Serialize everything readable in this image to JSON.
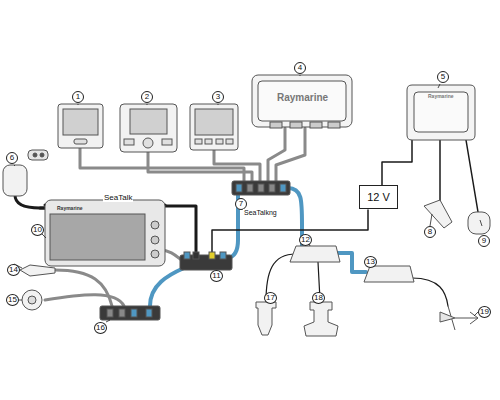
{
  "diagram": {
    "nodes": [
      {
        "text": [
          "1"
        ]
      },
      {
        "text": [
          "2"
        ]
      },
      {
        "text": [
          "3"
        ]
      },
      {
        "text": [
          "4"
        ]
      },
      {
        "text": [
          "5"
        ]
      },
      {
        "text": [
          "6"
        ]
      },
      {
        "text": [
          "7"
        ]
      },
      {
        "text": [
          "8"
        ]
      },
      {
        "text": [
          "9"
        ]
      },
      {
        "text": [
          "10"
        ]
      },
      {
        "text": [
          "11"
        ]
      },
      {
        "text": [
          "12"
        ]
      },
      {
        "text": [
          "13"
        ]
      },
      {
        "text": [
          "14"
        ]
      },
      {
        "text": [
          "15"
        ]
      },
      {
        "text": [
          "16"
        ]
      },
      {
        "text": [
          "17"
        ]
      },
      {
        "text": [
          "18"
        ]
      },
      {
        "text": [
          "19"
        ]
      },
      {
        "text": [
          "12 V"
        ]
      }
    ],
    "edges": [],
    "labels": [
      "SeaTalk",
      "SeaTalkng",
      "Raymarine",
      "Raymarine",
      "Raymarine"
    ]
  }
}
